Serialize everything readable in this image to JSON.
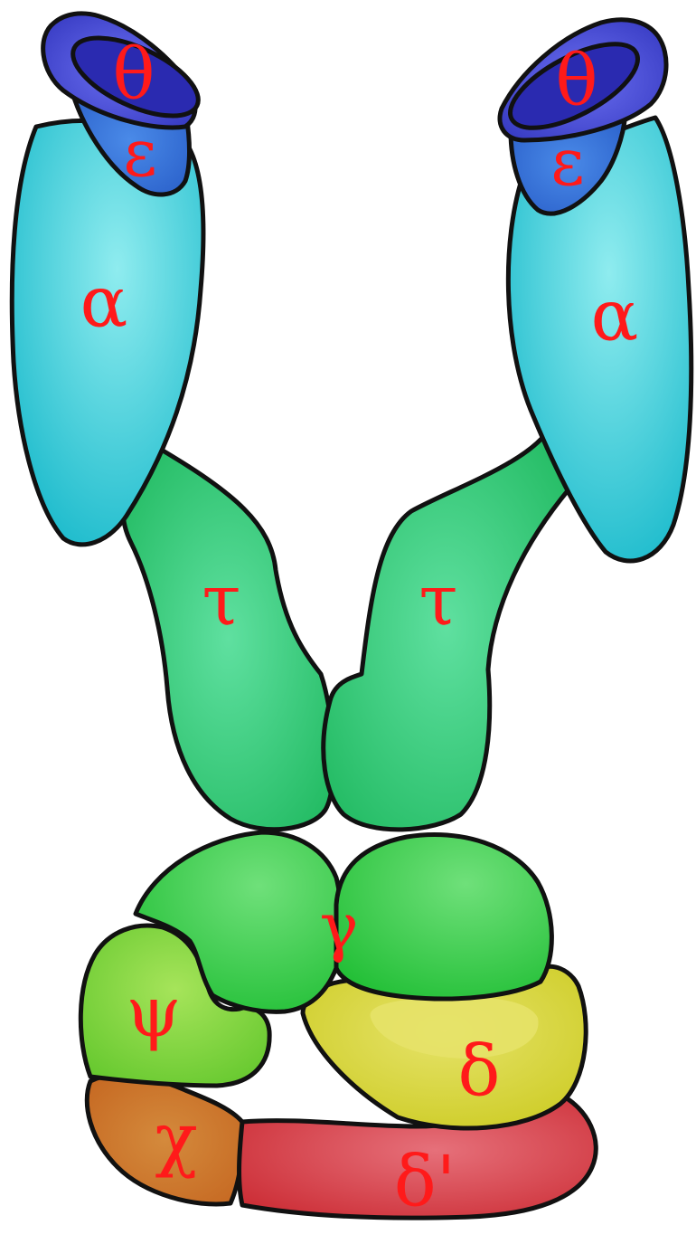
{
  "labels": {
    "theta_left": "θ",
    "epsilon_left": "ε",
    "alpha_left": "α",
    "tau_left": "τ",
    "theta_right": "θ",
    "epsilon_right": "ε",
    "alpha_right": "α",
    "tau_right": "τ",
    "gamma": "γ",
    "psi": "ψ",
    "delta": "δ",
    "chi": "χ",
    "delta_prime": "δ'"
  },
  "colors": {
    "theta": "#3a3fd0",
    "epsilon": "#2f6fd6",
    "alpha": "#2ec9d6",
    "tau": "#22c36a",
    "gamma": "#3fcf4a",
    "psi": "#6fd23a",
    "delta": "#d4d21e",
    "chi": "#d2702a",
    "delta_prime": "#d22b2b",
    "label": "#ff1a1a"
  }
}
